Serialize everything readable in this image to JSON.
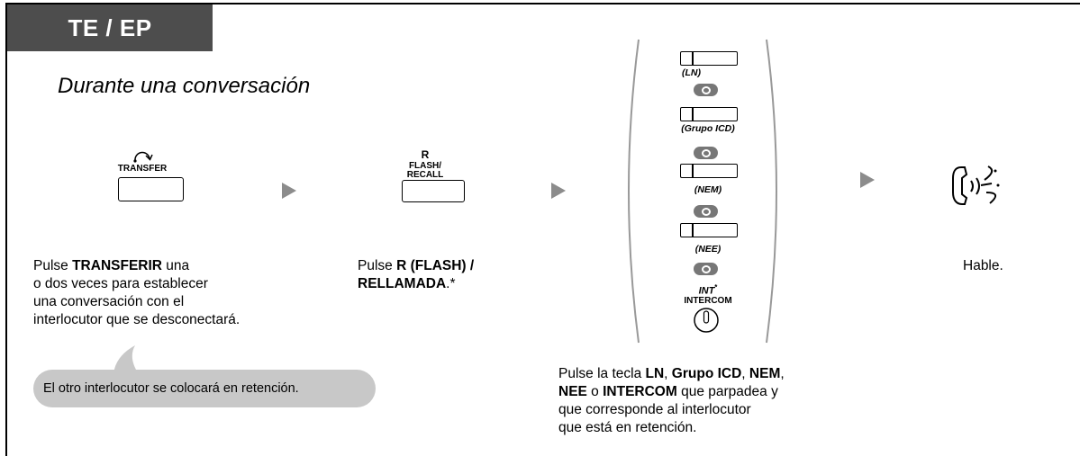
{
  "header": {
    "title": "TE / EP"
  },
  "subtitle": "Durante una conversación",
  "step1": {
    "key_label": "TRANSFER",
    "text_prefix": "Pulse ",
    "text_bold": "TRANSFERIR",
    "text_line1_suffix": " una",
    "text_line2": "o dos veces para establecer",
    "text_line3": "una conversación con el",
    "text_line4": "interlocutor que se desconectará."
  },
  "step2": {
    "key_label_r": "R",
    "key_label_line1": "FLASH/",
    "key_label_line2": "RECALL",
    "text_prefix": "Pulse ",
    "text_bold1": "R (FLASH) /",
    "text_bold2": "RELLAMADA",
    "text_suffix": ".*"
  },
  "step3": {
    "keys": [
      {
        "label": "(LN)"
      },
      {
        "label": "(Grupo ICD)"
      },
      {
        "label": "(NEM)"
      },
      {
        "label": "(NEE)"
      }
    ],
    "int_label": "INT",
    "int_mark": "*",
    "intercom_label": "INTERCOM",
    "text_prefix": "Pulse la tecla ",
    "text_ln": "LN",
    "text_comma1": ", ",
    "text_grupo": "Grupo ICD",
    "text_comma2": ", ",
    "text_nem": "NEM",
    "text_comma3": ",",
    "text_nee": "NEE",
    "text_o": " o ",
    "text_intercom": "INTERCOM",
    "text_line2_suffix": " que parpadea y",
    "text_line3": "que corresponde al interlocutor",
    "text_line4": "que está en retención."
  },
  "step4": {
    "text": "Hable."
  },
  "bubble": {
    "text": "El otro interlocutor se colocará en retención."
  },
  "colors": {
    "header_bg": "#4d4d4d",
    "arrow": "#8c8c8c",
    "bubble": "#c8c8c8",
    "led": "#777777"
  }
}
